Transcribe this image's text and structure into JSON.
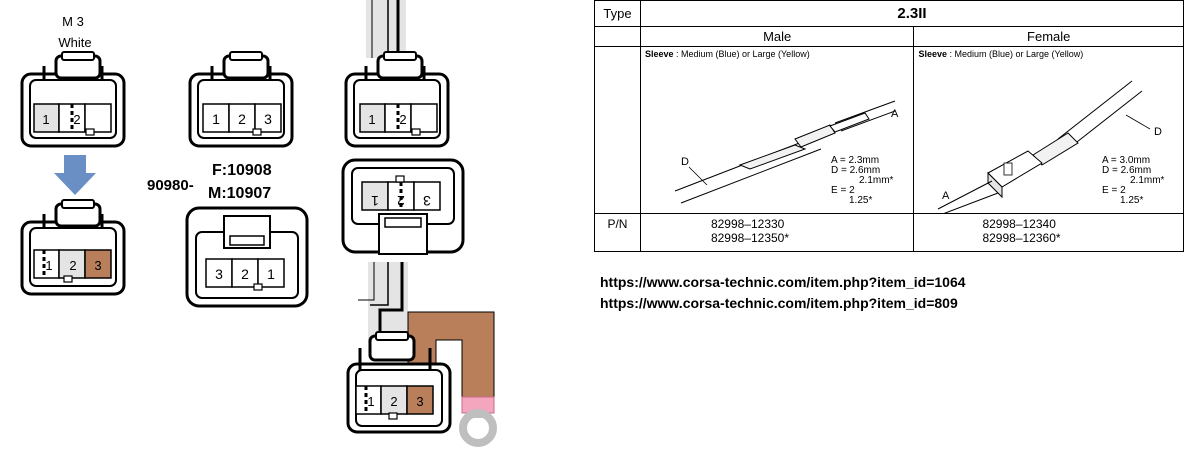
{
  "left_diagram": {
    "code": "M 3",
    "color": "White",
    "part_prefix": "90980-",
    "part_f": "F:10908",
    "part_m": "M:10907",
    "pins": [
      "1",
      "2",
      "3"
    ],
    "pins_reversed": [
      "3",
      "2",
      "1"
    ],
    "colors": {
      "brown": "#b97f5b",
      "arrow": "#6a8fc5",
      "grey": "#e4e4e4",
      "pink": "#f4a6bf"
    }
  },
  "spec_table": {
    "type_label": "Type",
    "type_value": "2.3II",
    "male_label": "Male",
    "female_label": "Female",
    "male_sleeve_bold": "Sleeve",
    "male_sleeve_text": " : Medium (Blue) or Large (Yellow)",
    "female_sleeve_bold": "Sleeve",
    "female_sleeve_text": " : Medium (Blue) or Large (Yellow)",
    "pn_label": "P/N",
    "male_pn": [
      "82998–12330",
      "82998–12350*"
    ],
    "female_pn": [
      "82998–12340",
      "82998–12360*"
    ],
    "male_dims": [
      "A = 2.3mm",
      "D = 2.6mm",
      "2.1mm*",
      "E = 2",
      "1.25*"
    ],
    "female_dims": [
      "A = 3.0mm",
      "D = 2.6mm",
      "2.1mm*",
      "E = 2",
      "1.25*"
    ],
    "letters": {
      "a": "A",
      "d": "D"
    }
  },
  "links": [
    "https://www.corsa-technic.com/item.php?item_id=1064",
    "https://www.corsa-technic.com/item.php?item_id=809"
  ]
}
